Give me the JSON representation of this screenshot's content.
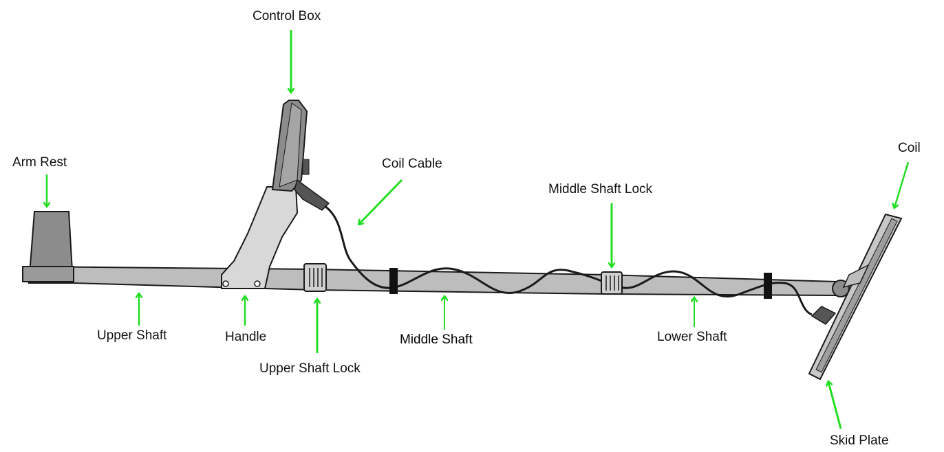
{
  "labels": {
    "arm_rest": "Arm Rest",
    "control_box": "Control Box",
    "coil_cable": "Coil Cable",
    "middle_shaft_lock": "Middle Shaft Lock",
    "coil": "Coil",
    "upper_shaft": "Upper Shaft",
    "handle": "Handle",
    "upper_shaft_lock": "Upper Shaft Lock",
    "middle_shaft": "Middle Shaft",
    "lower_shaft": "Lower Shaft",
    "skid_plate": "Skid Plate"
  },
  "colors": {
    "arrow": "#22dd22",
    "shaft_fill": "#b9b9b9",
    "outline": "#1a1a1a",
    "cable": "#1a1a1a",
    "dark_part": "#8c8c8c"
  }
}
